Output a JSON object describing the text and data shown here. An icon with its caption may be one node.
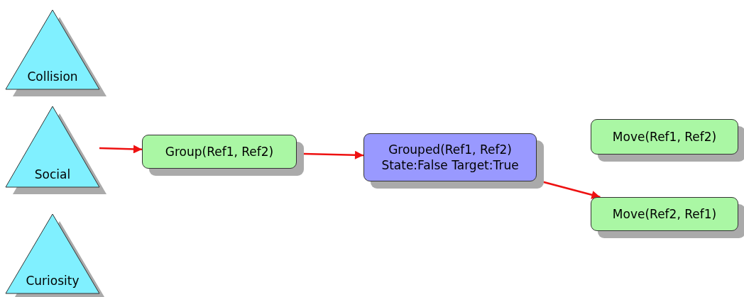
{
  "diagram": {
    "nodes": [
      {
        "text": [
          "Collision"
        ]
      },
      {
        "text": [
          "Social"
        ]
      },
      {
        "text": [
          "Curiosity"
        ]
      },
      {
        "text": [
          "Group(Ref1, Ref2)"
        ]
      },
      {
        "text": [
          "Grouped(Ref1, Ref2)",
          "State:False Target:True"
        ]
      },
      {
        "text": [
          "Move(Ref1, Ref2)"
        ]
      },
      {
        "text": [
          "Move(Ref2, Ref1)"
        ]
      }
    ],
    "edges": [
      {
        "from": 1,
        "to": 3,
        "arrow": "to"
      },
      {
        "from": 3,
        "to": 4,
        "arrow": "to"
      },
      {
        "from": 4,
        "to": 6,
        "arrow": "to"
      }
    ]
  }
}
